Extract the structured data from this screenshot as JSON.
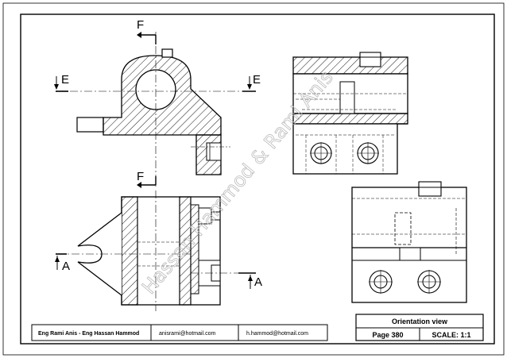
{
  "labels": {
    "section_f_top": "F",
    "section_f_bottom": "F",
    "section_e_left": "E",
    "section_e_right": "E",
    "section_a_left": "A",
    "section_a_right": "A"
  },
  "watermark": "Hassan Hammod & Rami Anis",
  "title_block": {
    "authors": "Eng Rami Anis - Eng Hassan Hammod",
    "email1": "anisrami@hotmail.com",
    "email2": "h.hammod@hotmail.com",
    "title": "Orientation view",
    "page": "Page 380",
    "scale": "SCALE: 1:1"
  },
  "colors": {
    "line": "#000000",
    "watermark": "#bbbbbb"
  }
}
